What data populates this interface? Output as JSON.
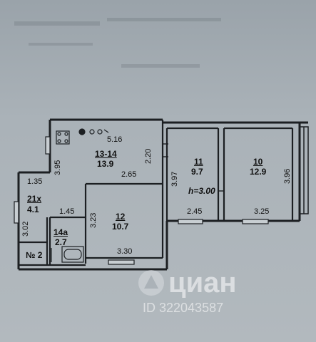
{
  "rooms": [
    {
      "id": "13-14",
      "area": "13.9"
    },
    {
      "id": "11",
      "area": "9.7"
    },
    {
      "id": "10",
      "area": "12.9"
    },
    {
      "id": "12",
      "area": "10.7"
    },
    {
      "id": "21x",
      "area": "4.1"
    },
    {
      "id": "14a",
      "area": "2.7"
    }
  ],
  "stair_label": "№ 2",
  "ceiling_height": "h=3.00",
  "dimensions": {
    "d_516": "5.16",
    "d_395": "3.95",
    "d_220": "2.20",
    "d_265": "2.65",
    "d_397": "3.97",
    "d_396": "3.96",
    "d_245": "2.45",
    "d_325": "3.25",
    "d_323": "3.23",
    "d_330": "3.30",
    "d_135": "1.35",
    "d_145": "1.45",
    "d_302": "3.02"
  },
  "watermark": {
    "brand": "циан",
    "listing_id": "ID 322043587"
  },
  "colors": {
    "paper": "#a7afb6",
    "wall": "#1c1f22"
  }
}
